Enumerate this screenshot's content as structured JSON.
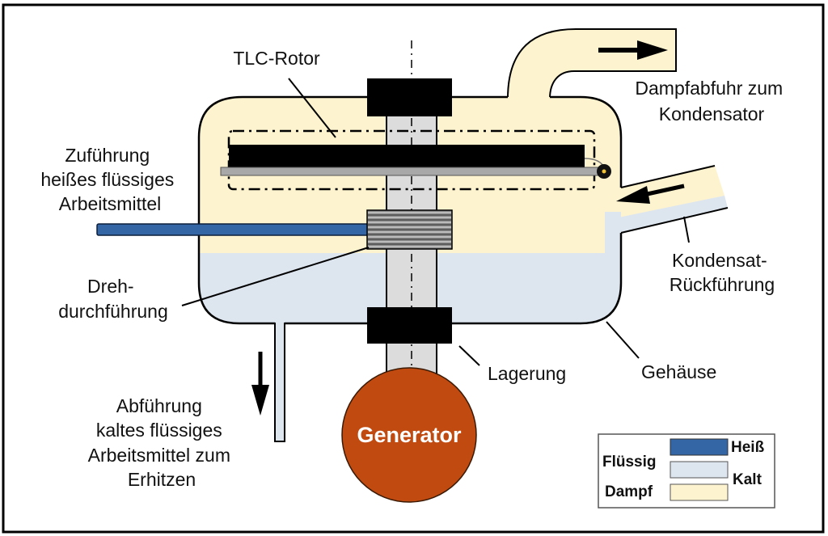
{
  "colors": {
    "vapor": "#fdf3cf",
    "cold_liquid": "#dde5ef",
    "hot_liquid": "#3465a4",
    "generator": "#c04a10",
    "shaft": "#dcdcdc",
    "disk": "#a8a8a8",
    "outline": "#000000"
  },
  "labels": {
    "rotor": "TLC-Rotor",
    "steam_outlet": [
      "Dampfabfuhr zum",
      "Kondensator"
    ],
    "hot_inlet": [
      "Zuführung",
      "heißes flüssiges",
      "Arbeitsmittel"
    ],
    "condensate_return": [
      "Kondensat-",
      "Rückführung"
    ],
    "rotary_union": [
      "Dreh-",
      "durchführung"
    ],
    "bearing": "Lagerung",
    "housing": "Gehäuse",
    "cold_outlet": [
      "Abführung",
      "kaltes flüssiges",
      "Arbeitsmittel zum",
      "Erhitzen"
    ],
    "generator": "Generator"
  },
  "legend": {
    "liquid_label": "Flüssig",
    "vapor_label": "Dampf",
    "hot_label": "Heiß",
    "cold_label": "Kalt"
  }
}
